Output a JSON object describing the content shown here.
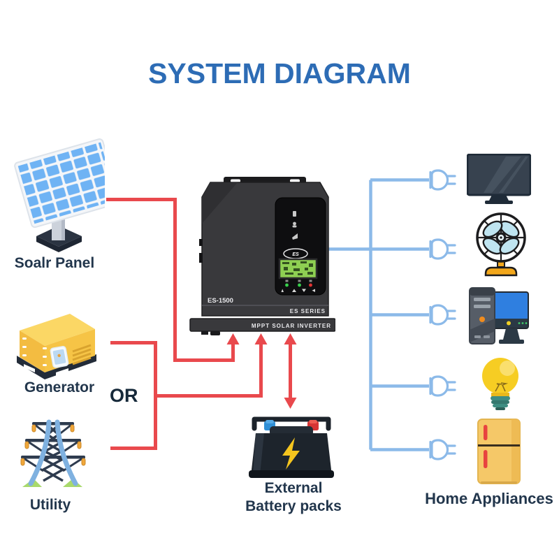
{
  "title": "SYSTEM DIAGRAM",
  "or_label": "OR",
  "sources": [
    {
      "id": "solar-panel",
      "label": "Soalr Panel"
    },
    {
      "id": "generator",
      "label": "Generator"
    },
    {
      "id": "utility",
      "label": "Utility"
    }
  ],
  "inverter": {
    "model": "ES-1500",
    "series": "ES  SERIES",
    "product": "MPPT  SOLAR  INVERTER",
    "logo": "ES"
  },
  "battery": {
    "label_line1": "External",
    "label_line2": "Battery packs"
  },
  "appliances": {
    "label": "Home Appliances",
    "items": [
      {
        "id": "tv",
        "icon": "television-icon"
      },
      {
        "id": "fan",
        "icon": "fan-icon"
      },
      {
        "id": "computer",
        "icon": "desktop-computer-icon"
      },
      {
        "id": "bulb",
        "icon": "light-bulb-icon"
      },
      {
        "id": "fridge",
        "icon": "refrigerator-icon"
      }
    ]
  },
  "colors": {
    "title_blue": "#2d6cb5",
    "input_line_red": "#e9494d",
    "output_line_blue": "#8cbae9",
    "label_dark": "#22364c"
  }
}
